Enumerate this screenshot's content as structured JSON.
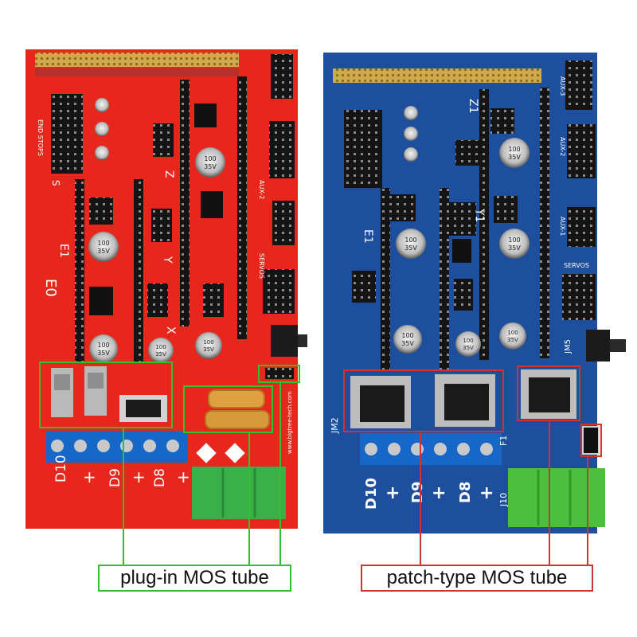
{
  "captions": {
    "left": "plug-in MOS tube",
    "right": "patch-type MOS tube"
  },
  "left_board": {
    "website": "www.bigtree-tech.com",
    "output_labels": [
      "D10",
      "+",
      "D9",
      "+",
      "D8",
      "+"
    ],
    "capacitor_text": [
      "100",
      "35V"
    ],
    "side_labels": [
      "END STOPS",
      "E0",
      "E1",
      "AUX-2",
      "SERVOS",
      "Z",
      "Y",
      "X",
      "S"
    ]
  },
  "right_board": {
    "output_labels": [
      "D10",
      "+",
      "D9",
      "+",
      "D8",
      "+"
    ],
    "capacitor_text": [
      "100",
      "35V"
    ],
    "side_labels": [
      "AUX-3",
      "AUX-2",
      "AUX-1",
      "SERVOS",
      "Z1",
      "E1",
      "Y1",
      "F1",
      "J10",
      "JM2",
      "JM5"
    ]
  },
  "colors": {
    "green_highlight": "#2fc12f",
    "red_highlight": "#d43131",
    "left_pcb": "#e8271c",
    "right_pcb": "#1e4f9c",
    "terminal_blue": "#1767c8",
    "terminal_green": "#3bb04a"
  }
}
